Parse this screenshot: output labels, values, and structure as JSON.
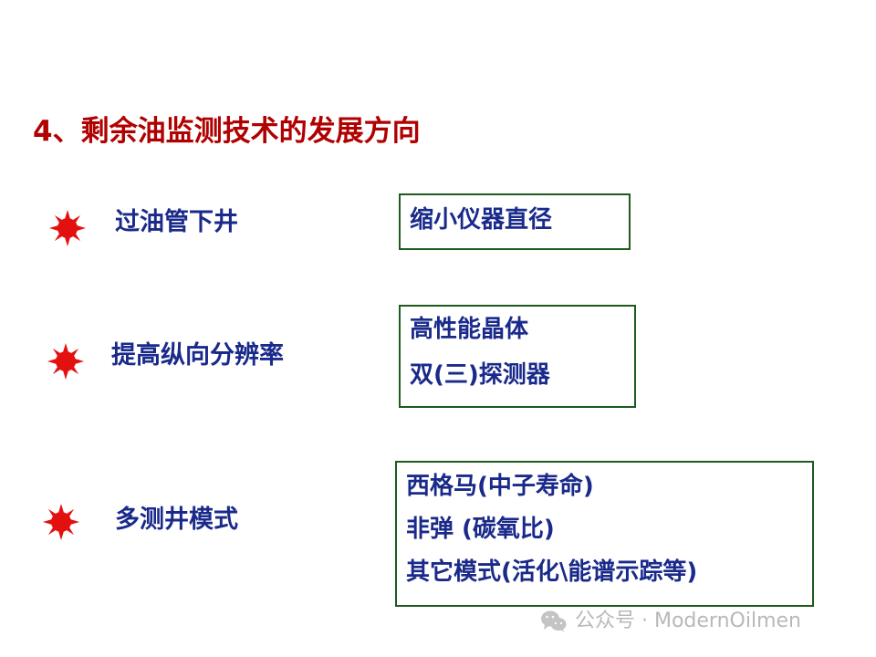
{
  "title": "4、剩余油监测技术的发展方向",
  "items": [
    {
      "label": "过油管下井",
      "icon": "red-sun-bullet-icon",
      "box_lines": [
        "缩小仪器直径"
      ]
    },
    {
      "label": "提高纵向分辨率",
      "icon": "red-sun-bullet-icon",
      "box_lines": [
        "高性能晶体",
        "双(三)探测器"
      ]
    },
    {
      "label": "多测井模式",
      "icon": "red-sun-bullet-icon",
      "box_lines": [
        "西格马(中子寿命)",
        "非弹 (碳氧比)",
        "其它模式(活化\\能谱示踪等)"
      ]
    }
  ],
  "colors": {
    "title": "#b00000",
    "text": "#1a2a8a",
    "box_border": "#1f5a1f",
    "bullet": "#e31010"
  },
  "watermark": {
    "text": "公众号 · ModernOilmen",
    "icon": "wechat-icon"
  }
}
